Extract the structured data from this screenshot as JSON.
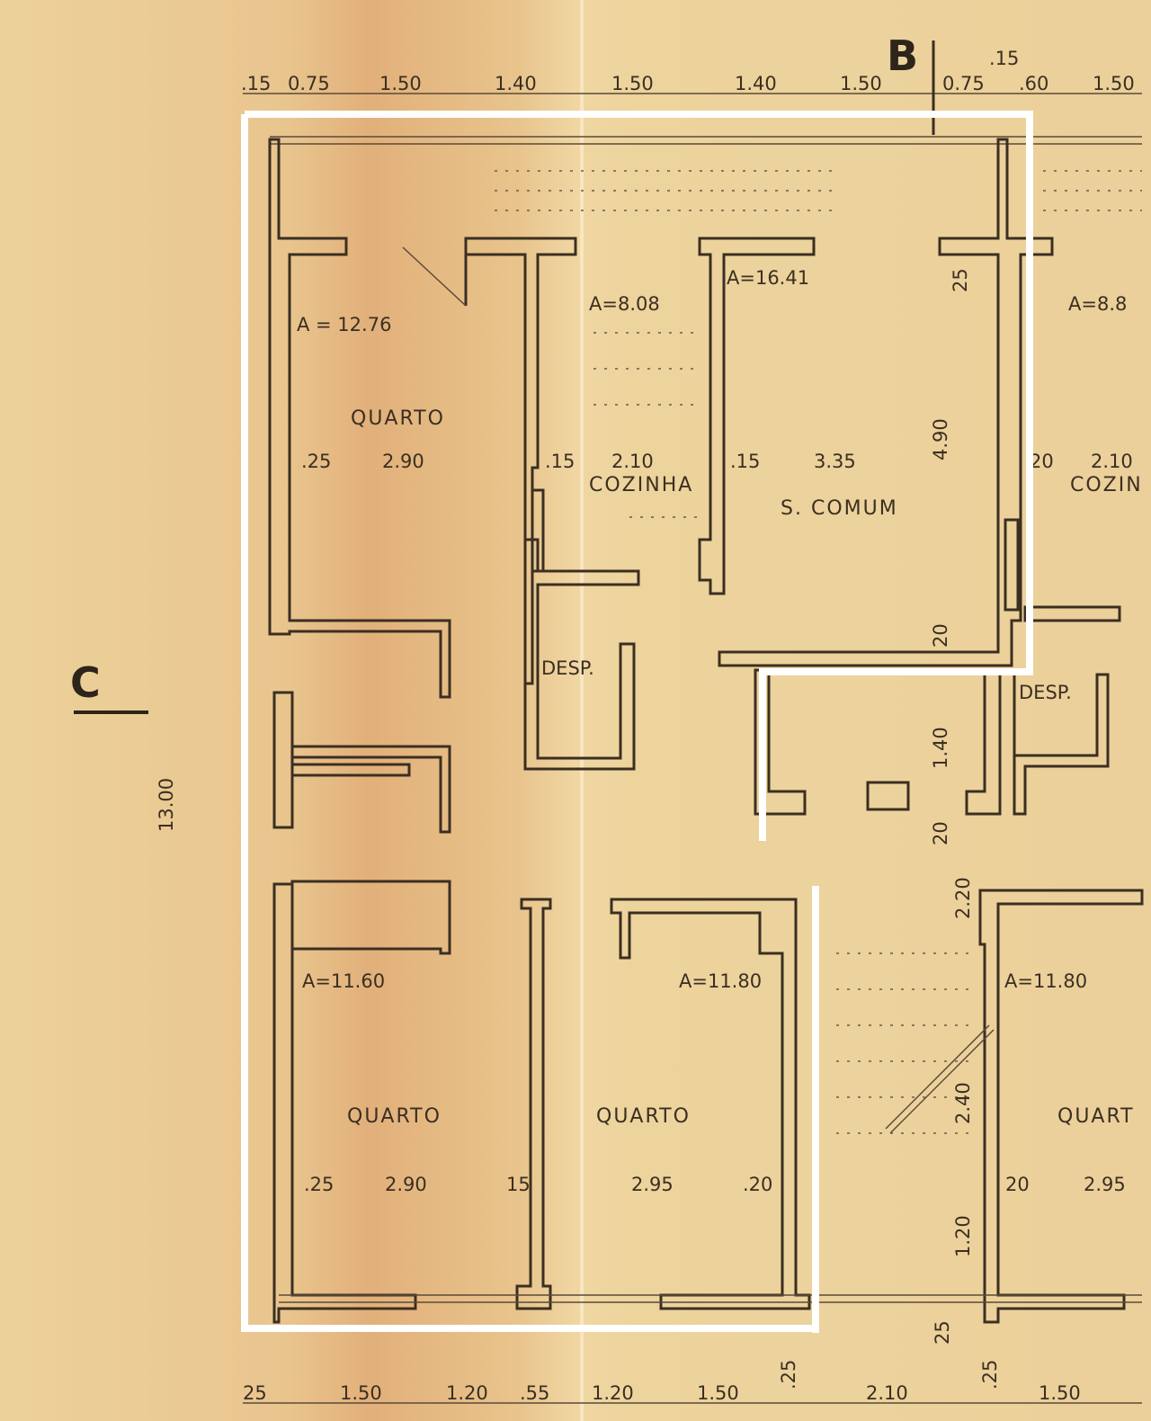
{
  "markers": {
    "section_b": "B",
    "section_c": "C"
  },
  "top_dims": [
    ".15",
    "0.75",
    "1.50",
    "1.40",
    "1.50",
    "1.40",
    "1.50",
    "0.75",
    ".15",
    ".60",
    "1.50"
  ],
  "bottom_dims": [
    "25",
    "1.50",
    "1.20",
    ".55",
    "1.20",
    "1.50",
    ".25",
    "2.10",
    ".25",
    "1.50"
  ],
  "overall_height": "13.00",
  "rooms": {
    "quarto_top": {
      "name": "QUARTO",
      "area": "A = 12.76",
      "d1": ".25",
      "d2": "2.90"
    },
    "cozinha": {
      "name": "COZINHA",
      "area": "A=8.08",
      "d1": ".15",
      "d2": "2.10"
    },
    "s_comum": {
      "name": "S. COMUM",
      "area": "A=16.41",
      "d1": ".15",
      "d2": "3.35",
      "v1": "4.90",
      "v2": "20",
      "v3": "25"
    },
    "desp_left": {
      "name": "DESP."
    },
    "desp_right": {
      "name": "DESP."
    },
    "quarto_bl": {
      "name": "QUARTO",
      "area": "A=11.60",
      "d1": ".25",
      "d2": "2.90",
      "d3": "15"
    },
    "quarto_bm": {
      "name": "QUARTO",
      "area": "A=11.80",
      "d2": "2.95",
      "d3": ".20"
    },
    "quarto_br": {
      "name": "QUART",
      "area": "A=11.80",
      "d1": "20",
      "d2": "2.95"
    },
    "right_top": {
      "area": "A=8.8",
      "d1": "20",
      "d2": "2.10",
      "name": "COZIN"
    }
  },
  "vertical_dims": [
    "1.40",
    "20",
    "2.20",
    "2.40",
    "1.20",
    "25"
  ]
}
